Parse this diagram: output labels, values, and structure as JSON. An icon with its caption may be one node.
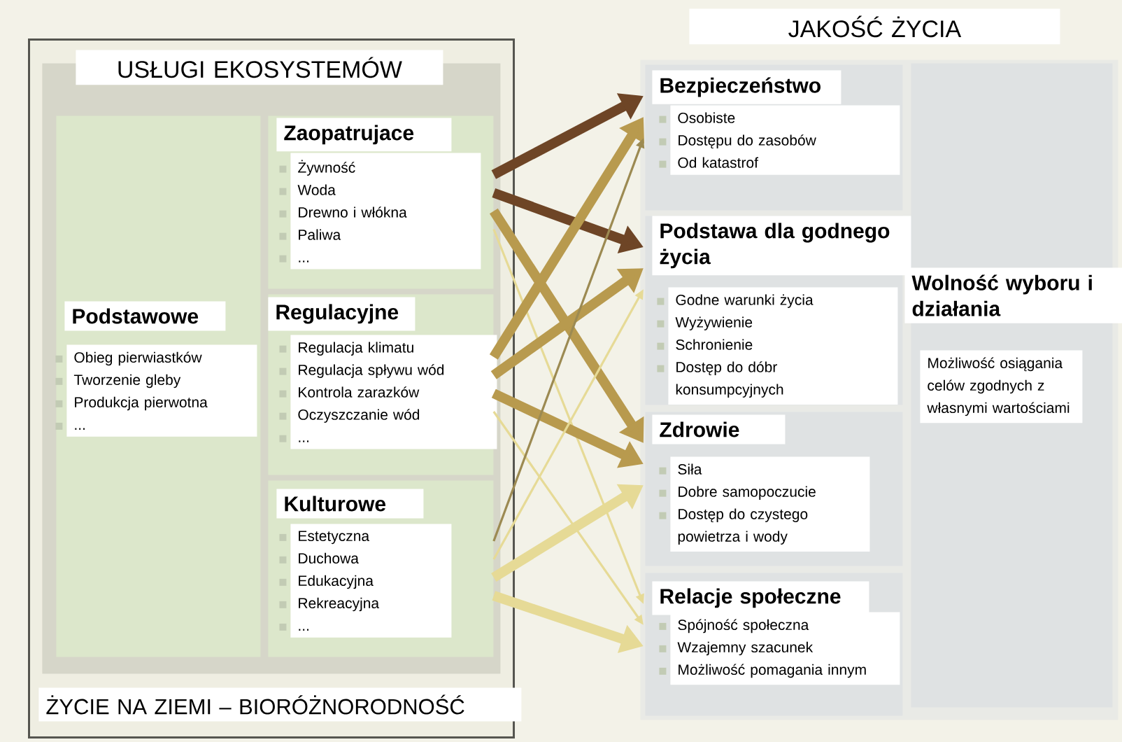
{
  "diagram": {
    "nodes": [
      {
        "text": [
          "ŻYCIE NA ZIEMI – BIORÓŻNORODNOŚĆ"
        ]
      },
      {
        "text": [
          "USŁUGI EKOSYSTEMÓW"
        ],
        "in": 0
      },
      {
        "text": [
          "Podstawowe",
          "Obieg pierwiastków",
          "Tworzenie gleby",
          "Produkcja pierwotna",
          "..."
        ],
        "in": 1
      },
      {
        "text": [
          "Zaopatrujace",
          "Żywność",
          "Woda",
          "Drewno i włókna",
          "Paliwa",
          "..."
        ],
        "in": 1
      },
      {
        "text": [
          "Regulacyjne",
          "Regulacja klimatu",
          "Regulacja spływu wód",
          "Kontrola zarazków",
          "Oczyszczanie wód",
          "..."
        ],
        "in": 1
      },
      {
        "text": [
          "Kulturowe",
          "Estetyczna",
          "Duchowa",
          "Edukacyjna",
          "Rekreacyjna",
          "..."
        ],
        "in": 1
      },
      {
        "text": [
          "JAKOŚĆ ŻYCIA"
        ]
      },
      {
        "text": [
          "Bezpieczeństwo",
          "Osobiste",
          "Dostępu do zasobów",
          "Od katastrof"
        ],
        "in": 6
      },
      {
        "text": [
          "Podstawa dla godnego życia",
          "Godne warunki życia",
          "Wyżywienie",
          "Schronienie",
          "Dostęp do dóbr konsumpcyjnych"
        ],
        "in": 6
      },
      {
        "text": [
          "Zdrowie",
          "Siła",
          "Dobre samopoczucie",
          "Dostęp do czystego powietrza i wody"
        ],
        "in": 6
      },
      {
        "text": [
          "Relacje społeczne",
          "Spójność społeczna",
          "Wzajemny szacunek",
          "Możliwość pomagania innym"
        ],
        "in": 6
      },
      {
        "text": [
          "Wolność wyboru i działania",
          "Możliwość osiągania celów zgodnych z własnymi wartościami"
        ],
        "in": 6
      }
    ],
    "edges": [
      {
        "from": 3,
        "to": 7,
        "arrow": "to",
        "color": "#6e4526"
      },
      {
        "from": 3,
        "to": 8,
        "arrow": "to",
        "color": "#6e4526"
      },
      {
        "from": 3,
        "to": 9,
        "arrow": "to",
        "color": "#b89a4e"
      },
      {
        "from": 3,
        "to": 10,
        "arrow": "to"
      },
      {
        "from": 4,
        "to": 7,
        "arrow": "to",
        "color": "#b89a4e"
      },
      {
        "from": 4,
        "to": 8,
        "arrow": "to",
        "color": "#b89a4e"
      },
      {
        "from": 4,
        "to": 9,
        "arrow": "to",
        "color": "#b89a4e"
      },
      {
        "from": 4,
        "to": 10,
        "arrow": "to"
      },
      {
        "from": 5,
        "to": 7,
        "arrow": "to",
        "color": "#9c8a52"
      },
      {
        "from": 5,
        "to": 8,
        "arrow": "to"
      },
      {
        "from": 5,
        "to": 9,
        "arrow": "to"
      },
      {
        "from": 5,
        "to": 10,
        "arrow": "to"
      }
    ]
  }
}
